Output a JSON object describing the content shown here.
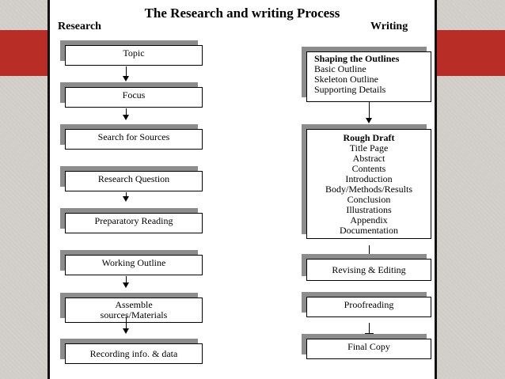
{
  "title": "The Research and writing Process",
  "research": {
    "heading": "Research",
    "steps": [
      {
        "lines": [
          "Topic"
        ]
      },
      {
        "lines": [
          "Focus"
        ]
      },
      {
        "lines": [
          "Search for Sources"
        ]
      },
      {
        "lines": [
          "Research Question"
        ]
      },
      {
        "lines": [
          "Preparatory Reading"
        ]
      },
      {
        "lines": [
          "Working Outline"
        ]
      },
      {
        "lines": [
          "Assemble",
          "sources/Materials"
        ]
      },
      {
        "lines": [
          "Recording info. & data"
        ]
      }
    ]
  },
  "writing": {
    "heading": "Writing",
    "shaping": {
      "title": "Shaping the Outlines",
      "items": [
        "Basic Outline",
        "Skeleton Outline",
        "Supporting Details"
      ]
    },
    "rough_draft": {
      "title": "Rough Draft",
      "items": [
        "Title Page",
        "Abstract",
        "Contents",
        "Introduction",
        "Body/Methods/Results",
        "Conclusion",
        "Illustrations",
        "Appendix",
        "Documentation"
      ]
    },
    "revising": "Revising & Editing",
    "proofreading": "Proofreading",
    "final_copy": "Final Copy"
  }
}
